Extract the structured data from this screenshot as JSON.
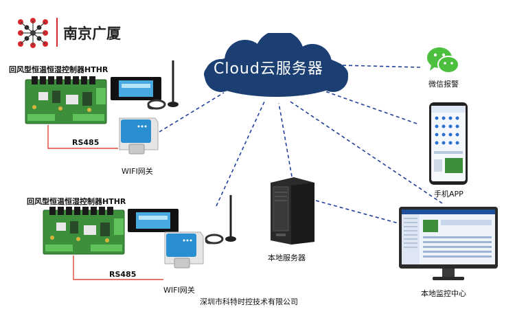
{
  "logo": {
    "name": "南京广厦"
  },
  "cloud": {
    "label": "Cloud云服务器"
  },
  "site1": {
    "controller_title": "回风型恒温恒湿控制器HTHR",
    "bus_label": "RS485",
    "gateway_label": "WIFI网关"
  },
  "site2": {
    "controller_title": "回风型恒温恒湿控制器HTHR",
    "bus_label": "RS485",
    "gateway_label": "WIFI网关"
  },
  "wechat": {
    "label": "微信报警"
  },
  "mobile": {
    "label": "手机APP"
  },
  "server": {
    "label": "本地服务器"
  },
  "monitor": {
    "label": "本地监控中心"
  },
  "footer": {
    "company": "深圳市科特时控技术有限公司"
  },
  "colors": {
    "cloud": "#1c3f73",
    "link": "#1f3f9a",
    "rs485": "#e0463a",
    "board": "#3d8f3b",
    "gateway": "#2a8fd0",
    "wechat": "#4cbf3e"
  }
}
